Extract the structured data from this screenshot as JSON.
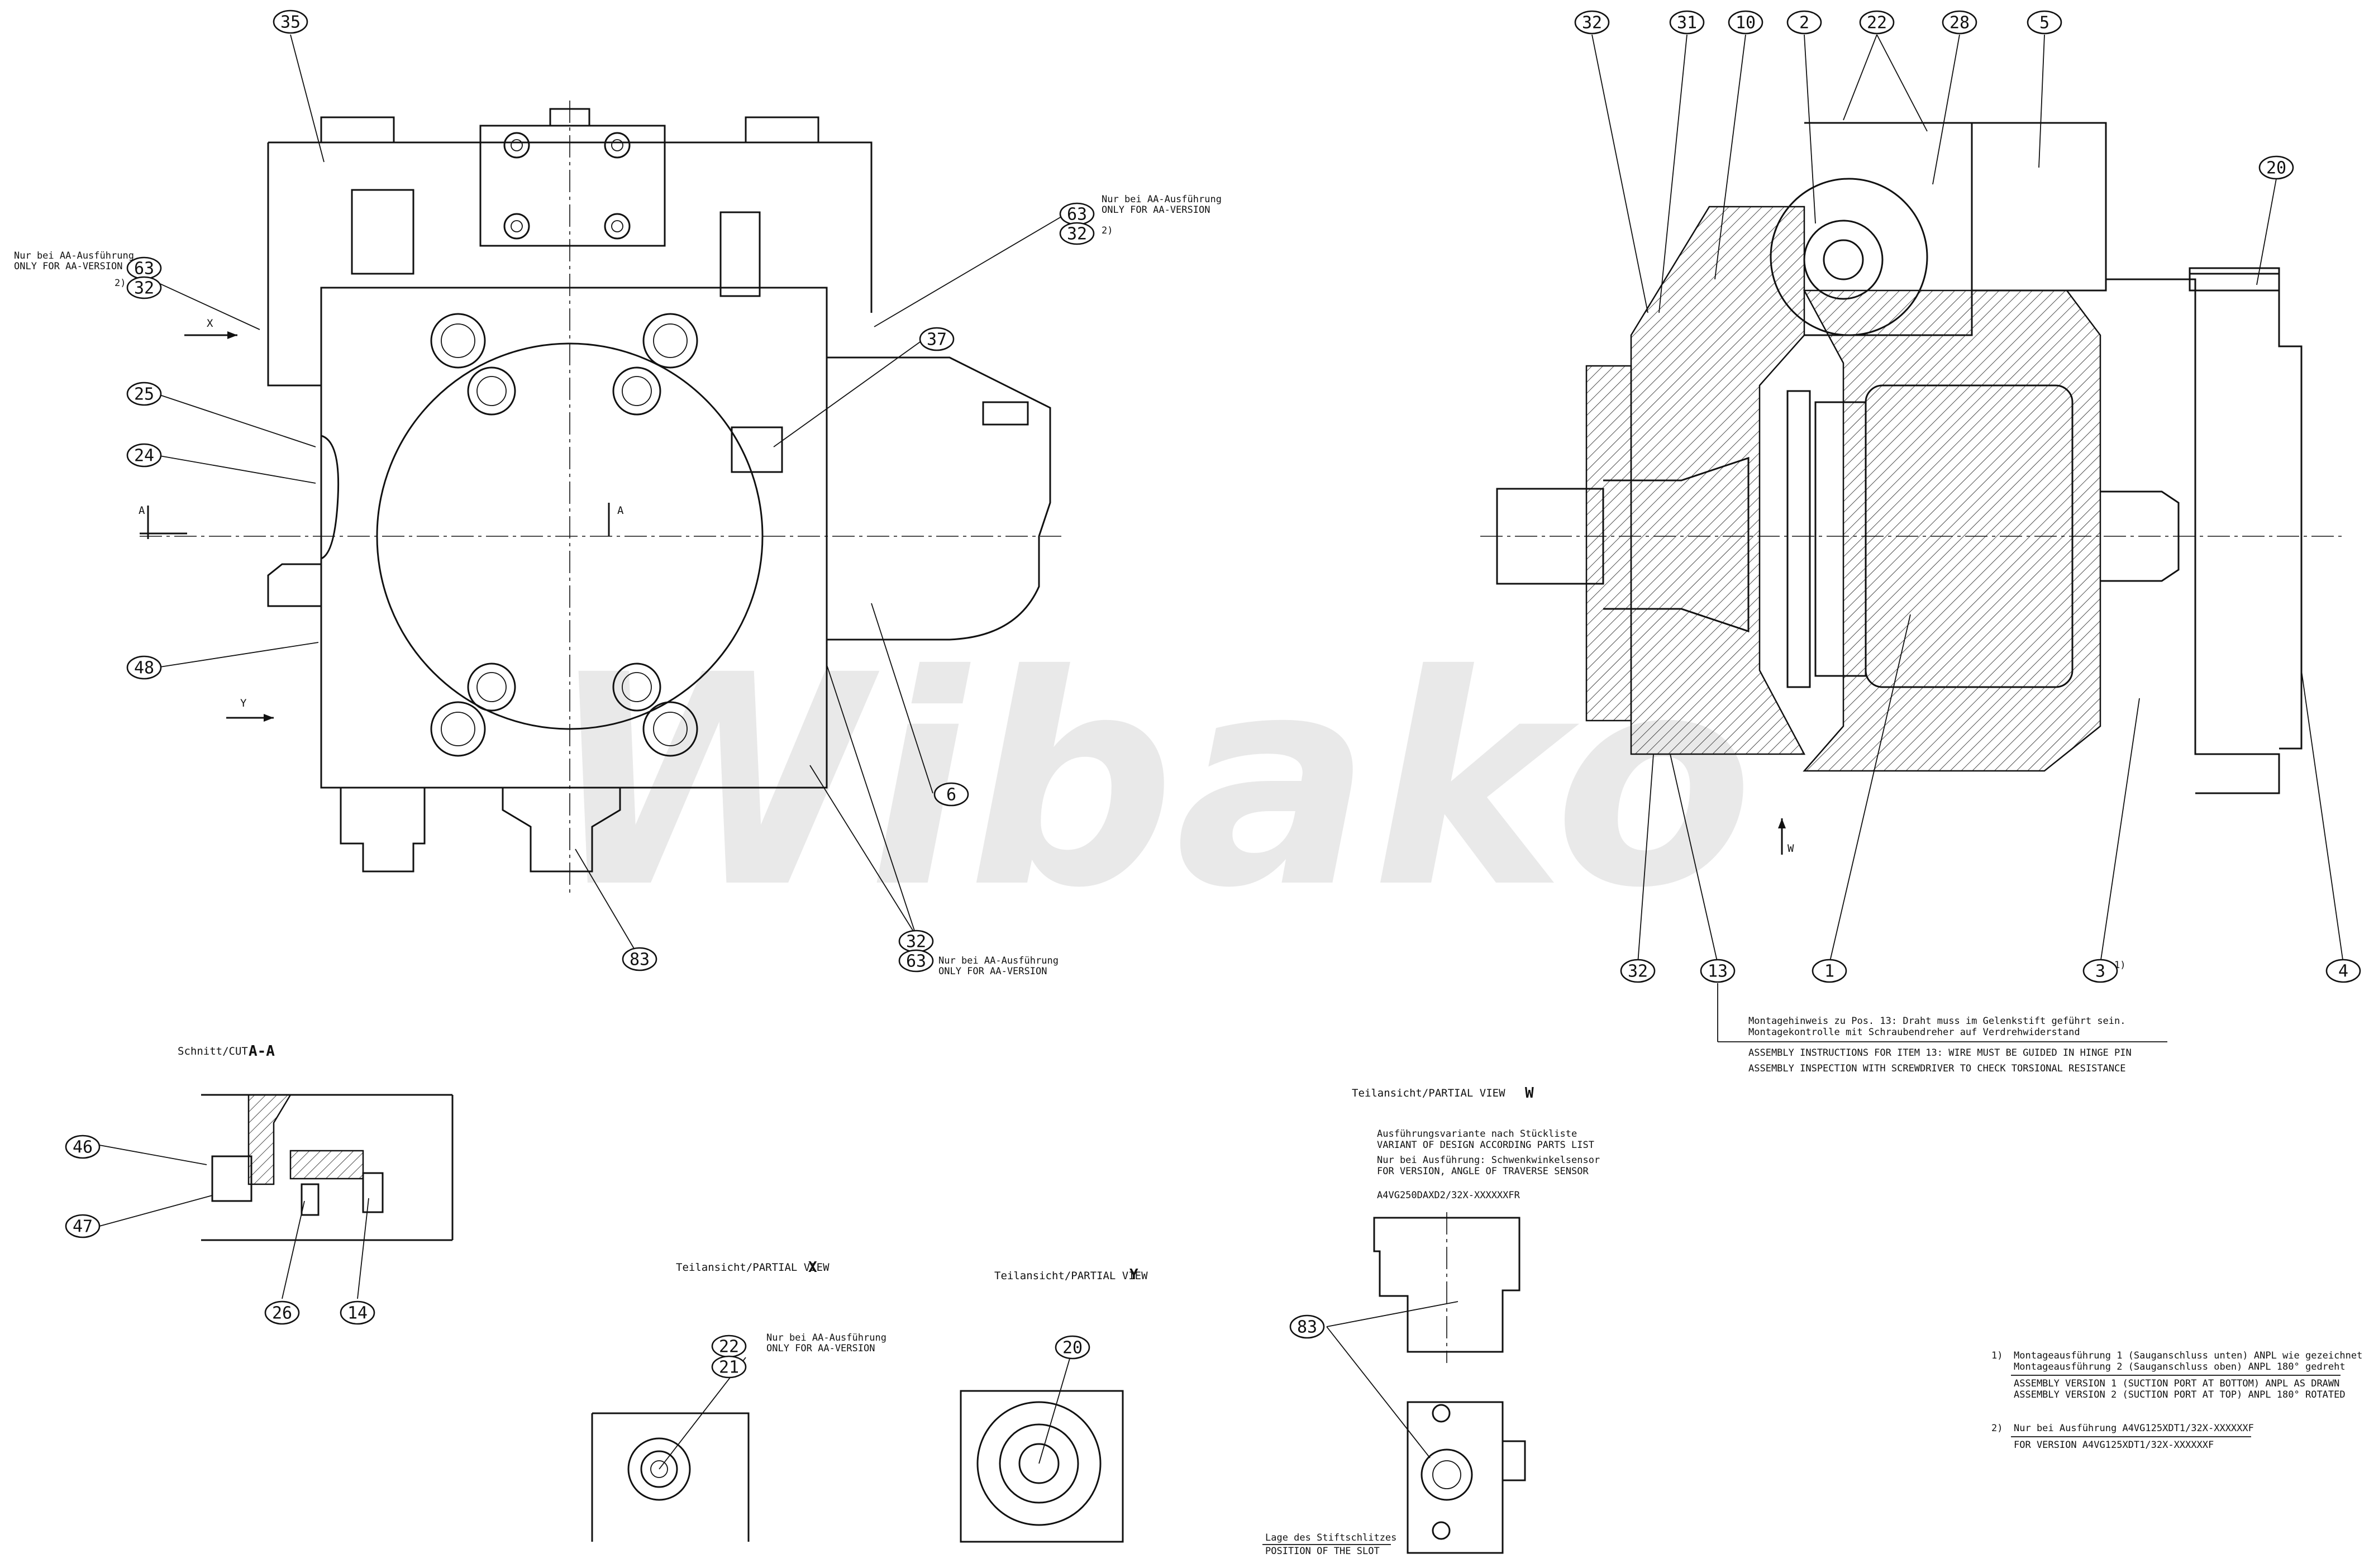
{
  "watermark": "Wibako",
  "notes": {
    "aa_version_de": "Nur bei AA-Ausführung",
    "aa_version_en": "ONLY FOR AA-VERSION",
    "ref2": "2)",
    "ref1": "1)",
    "montage_de_1": "Montagehinweis zu Pos. 13: Draht muss im Gelenkstift geführt sein.",
    "montage_de_2": "Montagekontrolle mit Schraubendreher auf Verdrehwiderstand",
    "montage_en_1": "ASSEMBLY INSTRUCTIONS FOR ITEM 13: WIRE MUST BE GUIDED IN HINGE PIN",
    "montage_en_2": "ASSEMBLY INSPECTION WITH SCREWDRIVER TO CHECK TORSIONAL RESISTANCE",
    "variant_1": "Ausführungsvariante nach Stückliste",
    "variant_2": "VARIANT OF DESIGN ACCORDING PARTS LIST",
    "variant_3": "Nur bei Ausführung: Schwenkwinkelsensor",
    "variant_4": "FOR VERSION, ANGLE OF TRAVERSE SENSOR",
    "variant_code": "A4VG250DAXD2/32X-XXXXXXFR",
    "slot_de": "Lage des Stiftschlitzes",
    "slot_en": "POSITION OF THE SLOT",
    "fn1_label": "1)",
    "fn1_de_1": "Montageausführung 1 (Sauganschluss unten) ANPL wie gezeichnet",
    "fn1_de_2": "Montageausführung 2 (Sauganschluss oben) ANPL 180° gedreht",
    "fn1_en_1": "ASSEMBLY VERSION 1 (SUCTION PORT AT BOTTOM) ANPL AS DRAWN",
    "fn1_en_2": "ASSEMBLY VERSION 2 (SUCTION PORT AT TOP) ANPL 180° ROTATED",
    "fn2_label": "2)",
    "fn2_de": "Nur bei Ausführung A4VG125XDT1/32X-XXXXXXF",
    "fn2_en": "FOR VERSION A4VG125XDT1/32X-XXXXXXF"
  },
  "views": {
    "cut_label": "Schnitt/CUT",
    "cut_letter": "A-A",
    "partial_w": "Teilansicht/PARTIAL VIEW",
    "w_letter": "W",
    "partial_x": "Teilansicht/PARTIAL VIEW",
    "x_letter": "X",
    "partial_y": "Teilansicht/PARTIAL VIEW",
    "y_letter": "Y",
    "arrow_x": "X",
    "arrow_y": "Y",
    "arrow_a1": "A",
    "arrow_a2": "A",
    "arrow_w": "W"
  },
  "balloons": {
    "b35": "35",
    "b63a": "63",
    "b32a": "32",
    "b25": "25",
    "b24": "24",
    "b48": "48",
    "b63b": "63",
    "b32b": "32",
    "b37": "37",
    "b6": "6",
    "b32c": "32",
    "b63c": "63",
    "b83a": "83",
    "b32d": "32",
    "b31": "31",
    "b10": "10",
    "b2": "2",
    "b22a": "22",
    "b28": "28",
    "b5": "5",
    "b20a": "20",
    "b32e": "32",
    "b13": "13",
    "b1": "1",
    "b3": "3",
    "b4": "4",
    "b46": "46",
    "b47": "47",
    "b26": "26",
    "b14": "14",
    "b22b": "22",
    "b21": "21",
    "b20b": "20",
    "b83b": "83"
  }
}
